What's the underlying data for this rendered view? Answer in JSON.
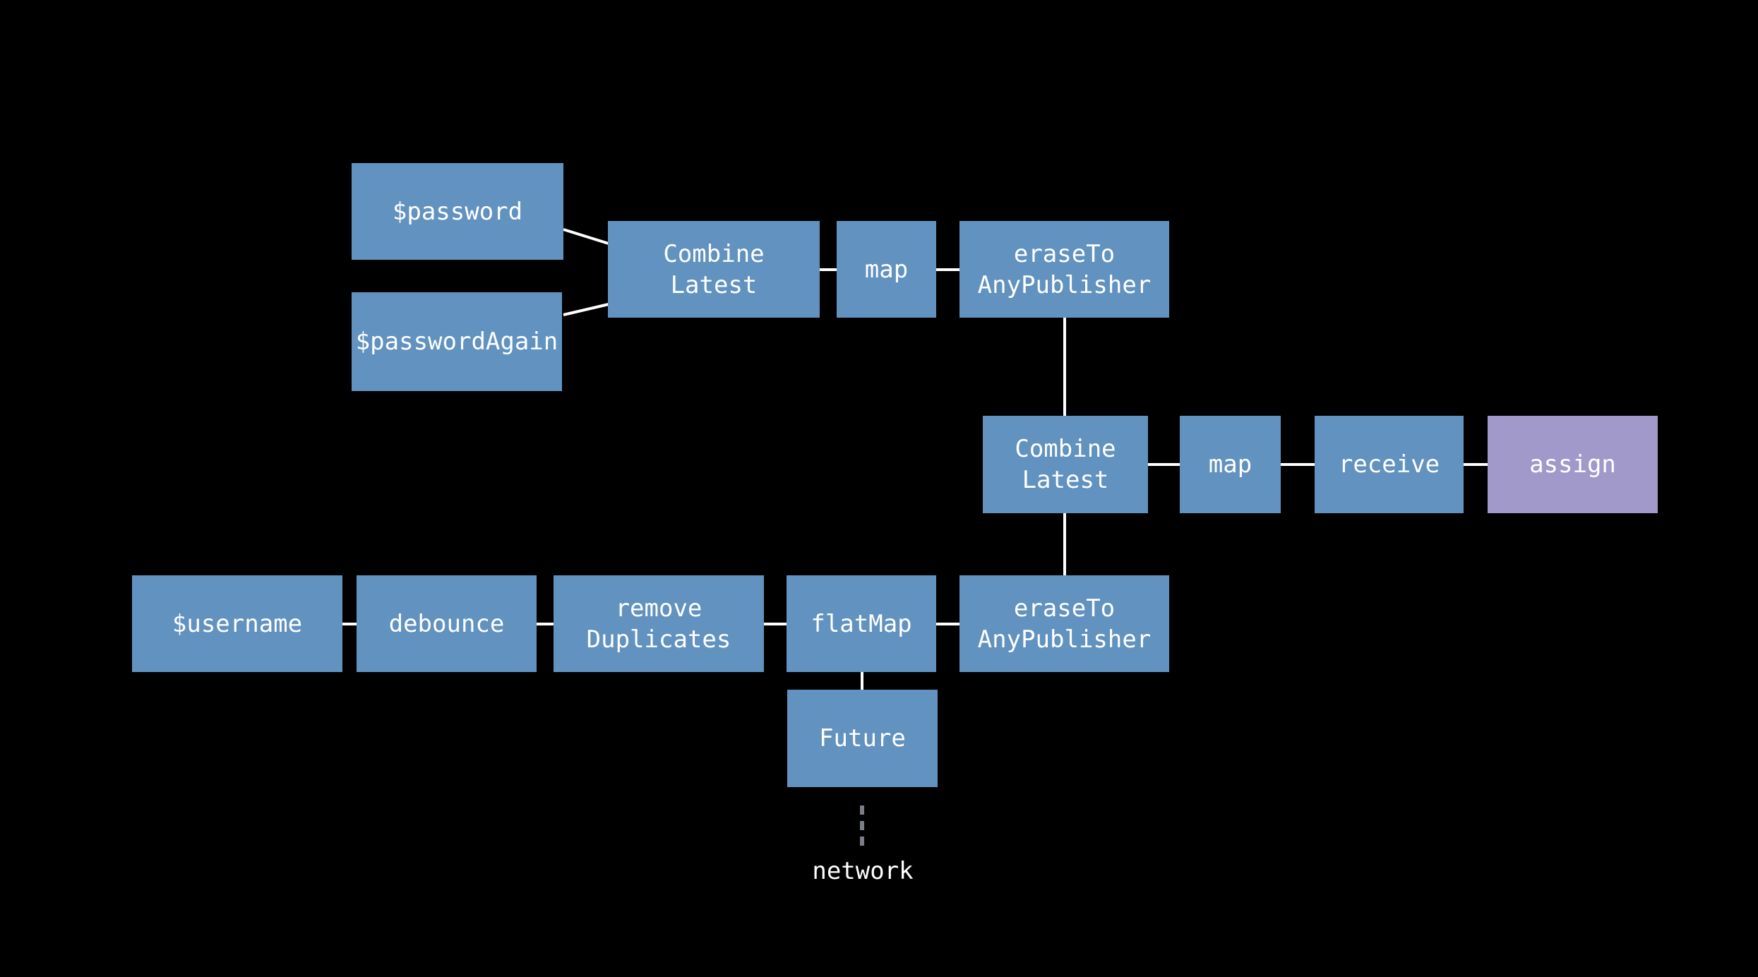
{
  "diagram": {
    "title": "combine-publisher-pipeline",
    "colors": {
      "background": "#000000",
      "node_fill": "#6292bf",
      "accent_fill": "#a099ca",
      "text": "#ffffff",
      "wire": "#ffffff",
      "dashed_wire": "#7a7f87"
    },
    "nodes": [
      {
        "id": "password-publisher",
        "label": "$password"
      },
      {
        "id": "password-again-publisher",
        "label": "$passwordAgain"
      },
      {
        "id": "combine-latest-1",
        "label": "Combine\nLatest"
      },
      {
        "id": "map-1",
        "label": "map"
      },
      {
        "id": "erase-to-any-publisher-1",
        "label": "eraseTo\nAnyPublisher"
      },
      {
        "id": "combine-latest-2",
        "label": "Combine\nLatest"
      },
      {
        "id": "map-2",
        "label": "map"
      },
      {
        "id": "receive",
        "label": "receive"
      },
      {
        "id": "assign",
        "label": "assign",
        "accent": true
      },
      {
        "id": "username-publisher",
        "label": "$username"
      },
      {
        "id": "debounce",
        "label": "debounce"
      },
      {
        "id": "remove-duplicates",
        "label": "remove\nDuplicates"
      },
      {
        "id": "flat-map",
        "label": "flatMap"
      },
      {
        "id": "erase-to-any-publisher-2",
        "label": "eraseTo\nAnyPublisher"
      },
      {
        "id": "future",
        "label": "Future"
      }
    ],
    "external_label": "network"
  }
}
